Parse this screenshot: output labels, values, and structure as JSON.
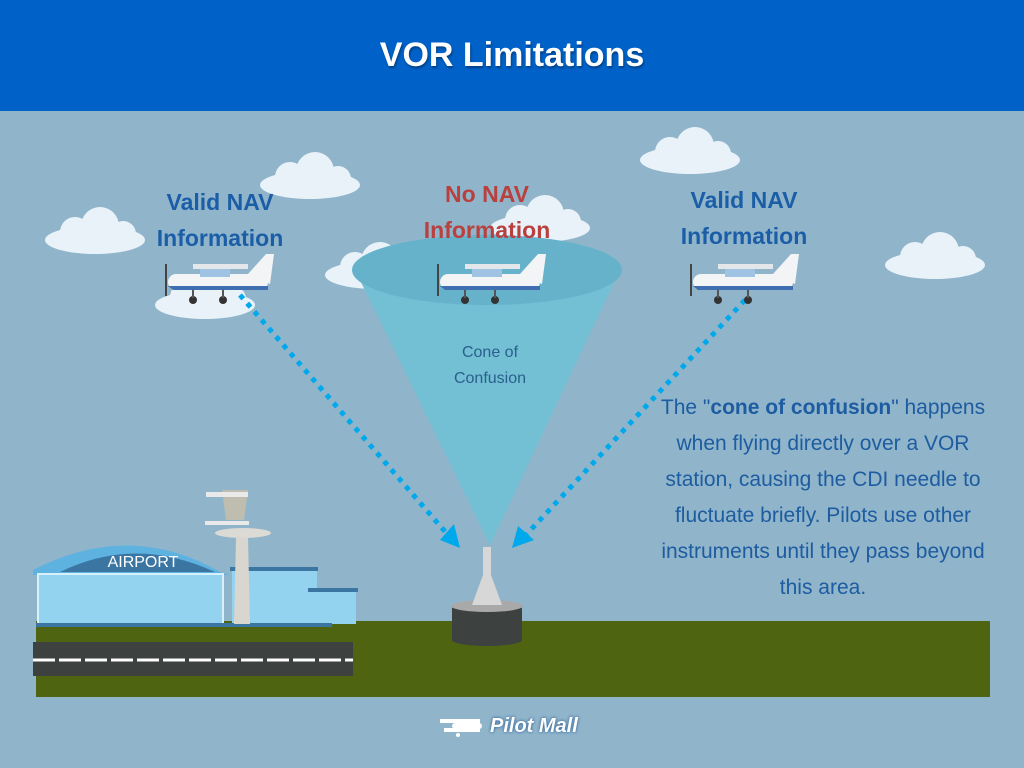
{
  "header": {
    "title": "VOR Limitations"
  },
  "labels": {
    "left_line1": "Valid NAV",
    "left_line2": "Information",
    "center_line1": "No NAV",
    "center_line2": "Information",
    "right_line1": "Valid NAV",
    "right_line2": "Information"
  },
  "cone": {
    "line1": "Cone of",
    "line2": "Confusion"
  },
  "airport": {
    "sign": "AIRPORT"
  },
  "explanation": {
    "before": "The \"",
    "bold": "cone of confusion",
    "after": "\" happens when flying directly over a VOR station, causing the CDI needle to fluctuate briefly. Pilots use other instruments until they pass beyond this area."
  },
  "logo": {
    "text": "Pilot Mall"
  },
  "colors": {
    "header": "#0062c9",
    "sky": "#90b5cb",
    "ground": "#4e6411",
    "valid": "#1b5ea7",
    "invalid": "#b8403e",
    "signal": "#00a8ec"
  }
}
